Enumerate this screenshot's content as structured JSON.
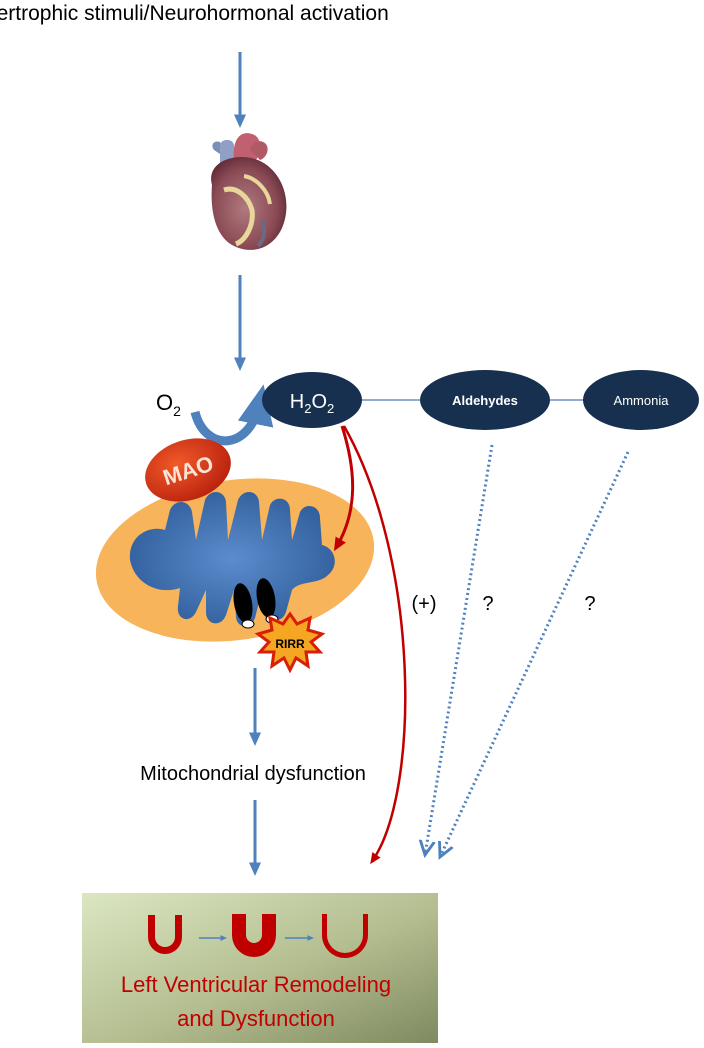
{
  "title": "Hypertrophic stimuli/Neurohormonal activation",
  "oxygen": {
    "base": "O",
    "sub": "2"
  },
  "h2o2": {
    "a": "H",
    "sub1": "2",
    "b": "O",
    "sub2": "2"
  },
  "aldehydes": "Aldehydes",
  "ammonia": "Ammonia",
  "mao": "MAO",
  "rirr": "RIRR",
  "plus": "(+)",
  "question1": "?",
  "question2": "?",
  "mito_dysfunction": "Mitochondrial dysfunction",
  "outcome": {
    "line1": "Left Ventricular Remodeling",
    "line2": "and Dysfunction"
  },
  "colors": {
    "blue_arrow": "#4f81bd",
    "dark_navy": "#17304f",
    "red_arrow": "#c00000",
    "mito_outer": "#f7b45b",
    "mito_inner": "#3f6fb0",
    "mao_red": "#d4341a",
    "outcome_text": "#c00000"
  },
  "icons": {
    "heart": "heart-icon",
    "ventricle": "u-ventricle-icon"
  }
}
